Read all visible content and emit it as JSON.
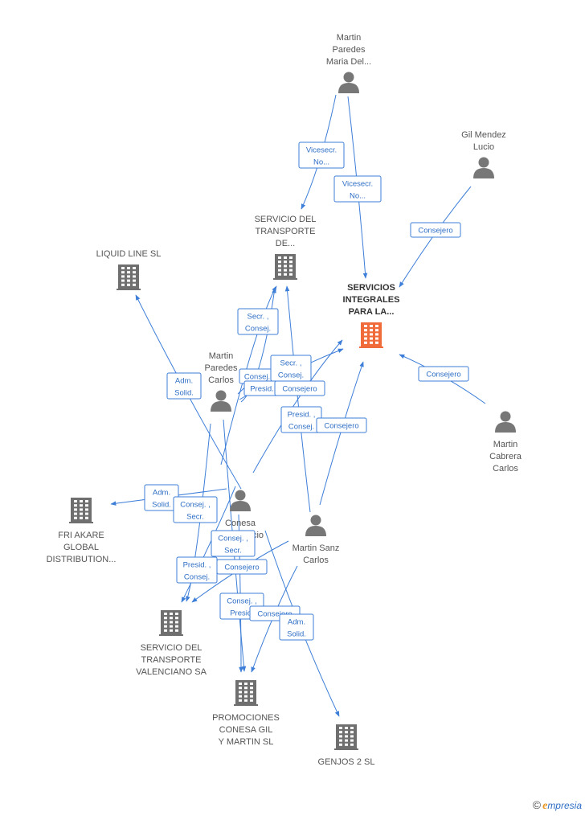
{
  "nodes": [
    {
      "id": "n_mpmd",
      "type": "person",
      "lines": [
        "Martin",
        "Paredes",
        "Maria Del..."
      ]
    },
    {
      "id": "n_gml",
      "type": "person",
      "lines": [
        "Gil Mendez",
        "Lucio"
      ]
    },
    {
      "id": "n_std",
      "type": "company",
      "lines": [
        "SERVICIO DEL",
        "TRANSPORTE",
        "DE..."
      ]
    },
    {
      "id": "n_liq",
      "type": "company",
      "lines": [
        "LIQUID LINE SL"
      ]
    },
    {
      "id": "n_sip",
      "type": "company_main",
      "lines": [
        "SERVICIOS",
        "INTEGRALES",
        "PARA LA..."
      ]
    },
    {
      "id": "n_mpc",
      "type": "person",
      "lines": [
        "Martin",
        "Paredes",
        "Carlos"
      ]
    },
    {
      "id": "n_mcc",
      "type": "person",
      "lines": [
        "Martin",
        "Cabrera",
        "Carlos"
      ]
    },
    {
      "id": "n_fri",
      "type": "company",
      "lines": [
        "FRI AKARE",
        "GLOBAL",
        "DISTRIBUTION..."
      ]
    },
    {
      "id": "n_cgm",
      "type": "person",
      "lines": [
        "Conesa",
        "Gil Mauricio"
      ]
    },
    {
      "id": "n_msc",
      "type": "person",
      "lines": [
        "Martin Sanz",
        "Carlos"
      ]
    },
    {
      "id": "n_stv",
      "type": "company",
      "lines": [
        "SERVICIO DEL",
        "TRANSPORTE",
        "VALENCIANO SA"
      ]
    },
    {
      "id": "n_pro",
      "type": "company",
      "lines": [
        "PROMOCIONES",
        "CONESA GIL",
        "Y MARTIN SL"
      ]
    },
    {
      "id": "n_gen",
      "type": "company",
      "lines": [
        "GENJOS 2 SL"
      ]
    }
  ],
  "edges": [
    {
      "id": "e1",
      "lines": [
        "Vicesecr.",
        "No..."
      ]
    },
    {
      "id": "e2",
      "lines": [
        "Vicesecr.",
        "No..."
      ]
    },
    {
      "id": "e3",
      "lines": [
        "Consejero"
      ]
    },
    {
      "id": "e4",
      "lines": [
        "Consejero"
      ]
    },
    {
      "id": "e5",
      "lines": [
        "Secr. ,",
        "Consej."
      ]
    },
    {
      "id": "e6",
      "lines": [
        "Adm.",
        "Solid."
      ]
    },
    {
      "id": "e7",
      "lines": [
        "Consej."
      ]
    },
    {
      "id": "e8",
      "lines": [
        "Presid."
      ]
    },
    {
      "id": "e9",
      "lines": [
        "Secr. ,",
        "Consej."
      ]
    },
    {
      "id": "e10",
      "lines": [
        "Consejero"
      ]
    },
    {
      "id": "e11",
      "lines": [
        "Presid. ,",
        "Consej."
      ]
    },
    {
      "id": "e12",
      "lines": [
        "Consejero"
      ]
    },
    {
      "id": "e13",
      "lines": [
        "Adm.",
        "Solid."
      ]
    },
    {
      "id": "e14",
      "lines": [
        "Consej. ,",
        "Secr."
      ]
    },
    {
      "id": "e15",
      "lines": [
        "Consej. ,",
        "Secr."
      ]
    },
    {
      "id": "e16",
      "lines": [
        "Presid. ,",
        "Consej."
      ]
    },
    {
      "id": "e17",
      "lines": [
        "Consejero"
      ]
    },
    {
      "id": "e18",
      "lines": [
        "Consej. ,",
        "Presid."
      ]
    },
    {
      "id": "e19",
      "lines": [
        "Consejero"
      ]
    },
    {
      "id": "e20",
      "lines": [
        "Adm.",
        "Solid."
      ]
    }
  ],
  "brand": {
    "copyright": "©",
    "e": "e",
    "rest": "mpresia"
  }
}
